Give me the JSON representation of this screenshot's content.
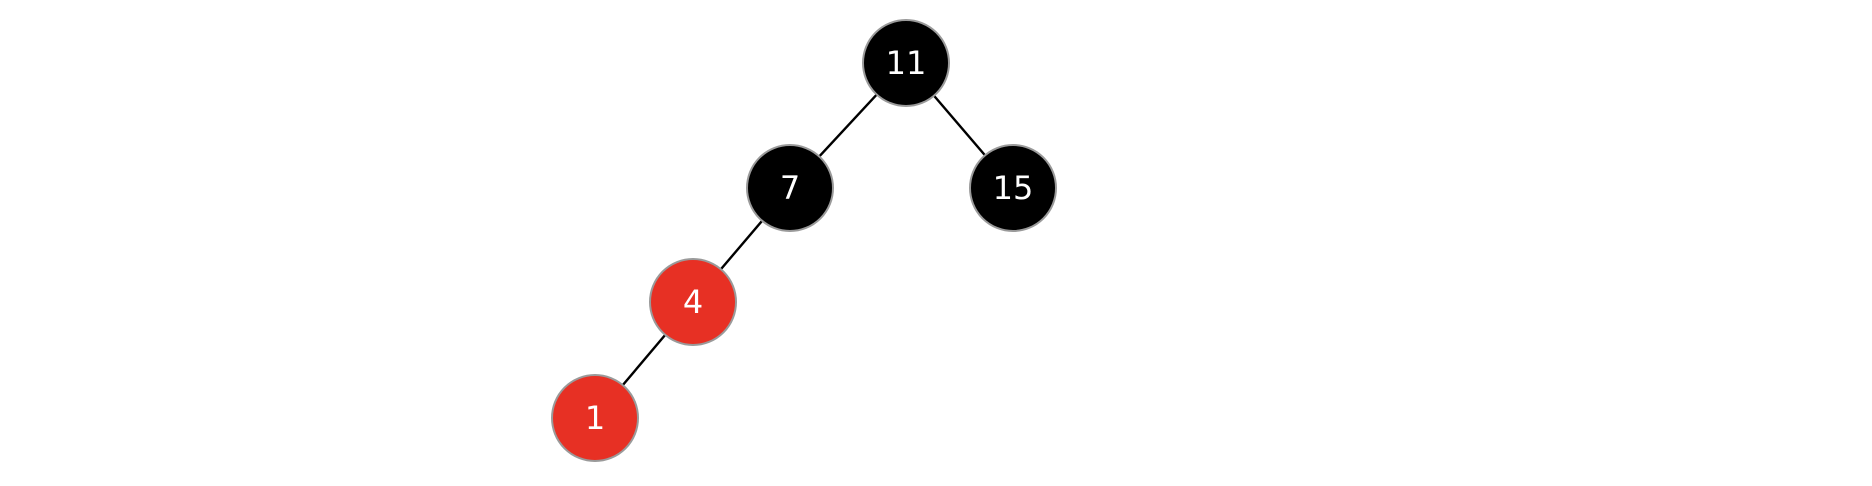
{
  "colors": {
    "black_node": "#000000",
    "red_node": "#e73024",
    "node_text": "#ffffff",
    "edge": "#000000",
    "background": "#ffffff"
  },
  "tree": {
    "nodes": [
      {
        "id": "n11",
        "label": "11",
        "color": "black"
      },
      {
        "id": "n7",
        "label": "7",
        "color": "black"
      },
      {
        "id": "n15",
        "label": "15",
        "color": "black"
      },
      {
        "id": "n4",
        "label": "4",
        "color": "red"
      },
      {
        "id": "n1",
        "label": "1",
        "color": "red"
      }
    ],
    "edges": [
      {
        "from": "n11",
        "to": "n7"
      },
      {
        "from": "n11",
        "to": "n15"
      },
      {
        "from": "n7",
        "to": "n4"
      },
      {
        "from": "n4",
        "to": "n1"
      }
    ]
  }
}
